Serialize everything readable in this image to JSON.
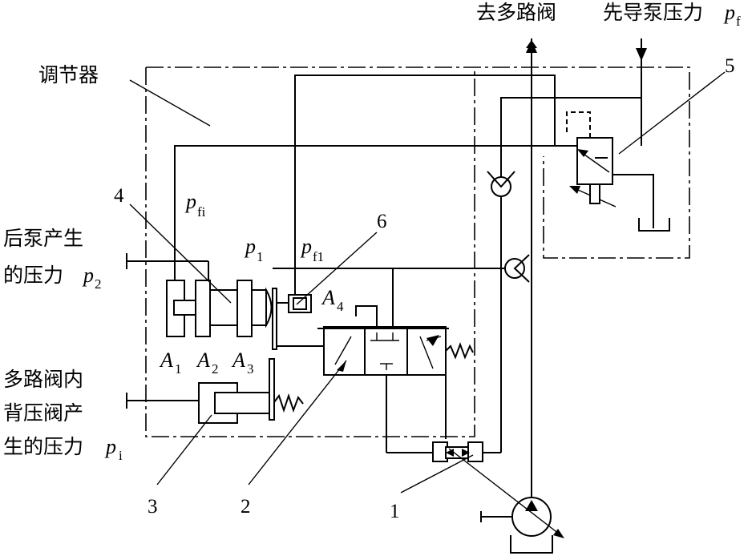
{
  "labels": {
    "top_left": "去多路阀",
    "top_right": "先导泵压力",
    "regulator": "调节器",
    "rear_pump_line1": "后泵产生",
    "rear_pump_line2": "的压力",
    "multi_line1": "多路阀内",
    "multi_line2": "背压阀产",
    "multi_line3": "生的压力"
  },
  "symbols": {
    "pf": "p",
    "pf_sub": "f",
    "pfi": "p",
    "pfi_sub": "fi",
    "p1": "p",
    "p1_sub": "1",
    "pf1": "p",
    "pf1_sub": "f1",
    "p2": "p",
    "p2_sub": "2",
    "pi": "p",
    "pi_sub": "i",
    "A1": "A",
    "A1_sub": "1",
    "A2": "A",
    "A2_sub": "2",
    "A3": "A",
    "A3_sub": "3",
    "A4": "A",
    "A4_sub": "4"
  },
  "numbers": {
    "n1": "1",
    "n2": "2",
    "n3": "3",
    "n4": "4",
    "n5": "5",
    "n6": "6"
  }
}
